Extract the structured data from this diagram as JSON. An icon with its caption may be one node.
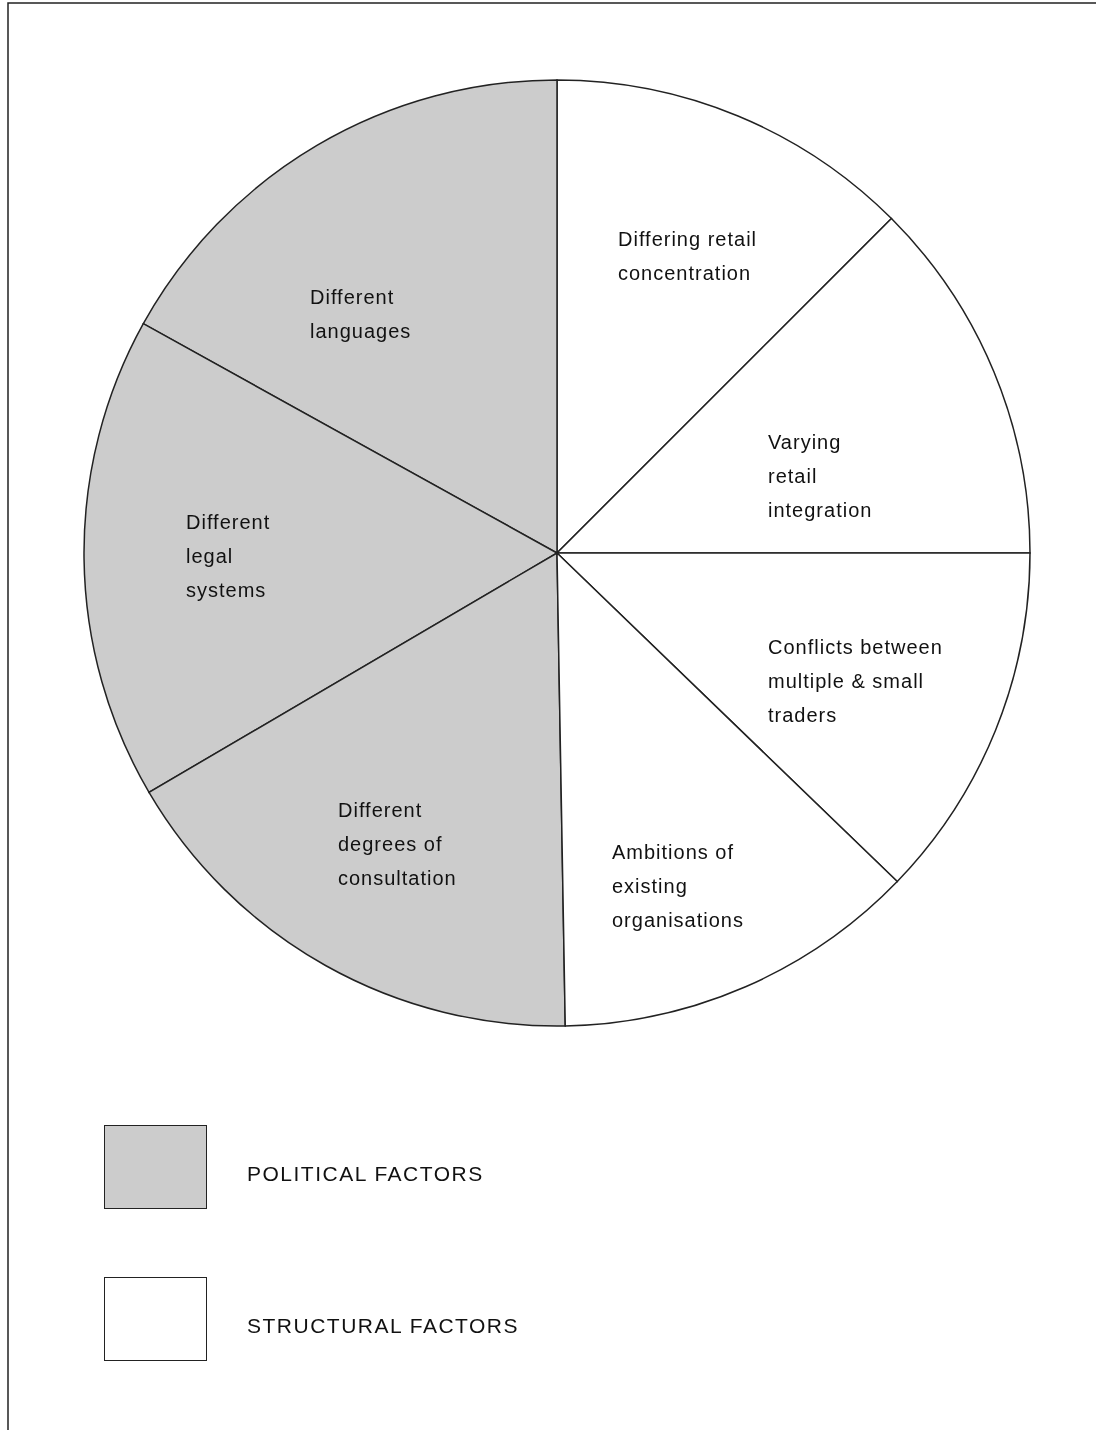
{
  "diagram": {
    "nodes": [
      {
        "text": [
          "Differing retail concentration"
        ]
      },
      {
        "text": [
          "Different languages"
        ]
      },
      {
        "text": [
          "Varying retail integration"
        ]
      },
      {
        "text": [
          "Different legal systems"
        ]
      },
      {
        "text": [
          "Conflicts between multiple & small traders"
        ]
      },
      {
        "text": [
          "Different degrees of consultation"
        ]
      },
      {
        "text": [
          "Ambitions of existing organisations"
        ]
      }
    ],
    "legend": [
      {
        "text": "POLITICAL FACTORS",
        "color": "#cccccc"
      },
      {
        "text": "STRUCTURAL FACTORS",
        "color": "#ffffff"
      }
    ]
  }
}
